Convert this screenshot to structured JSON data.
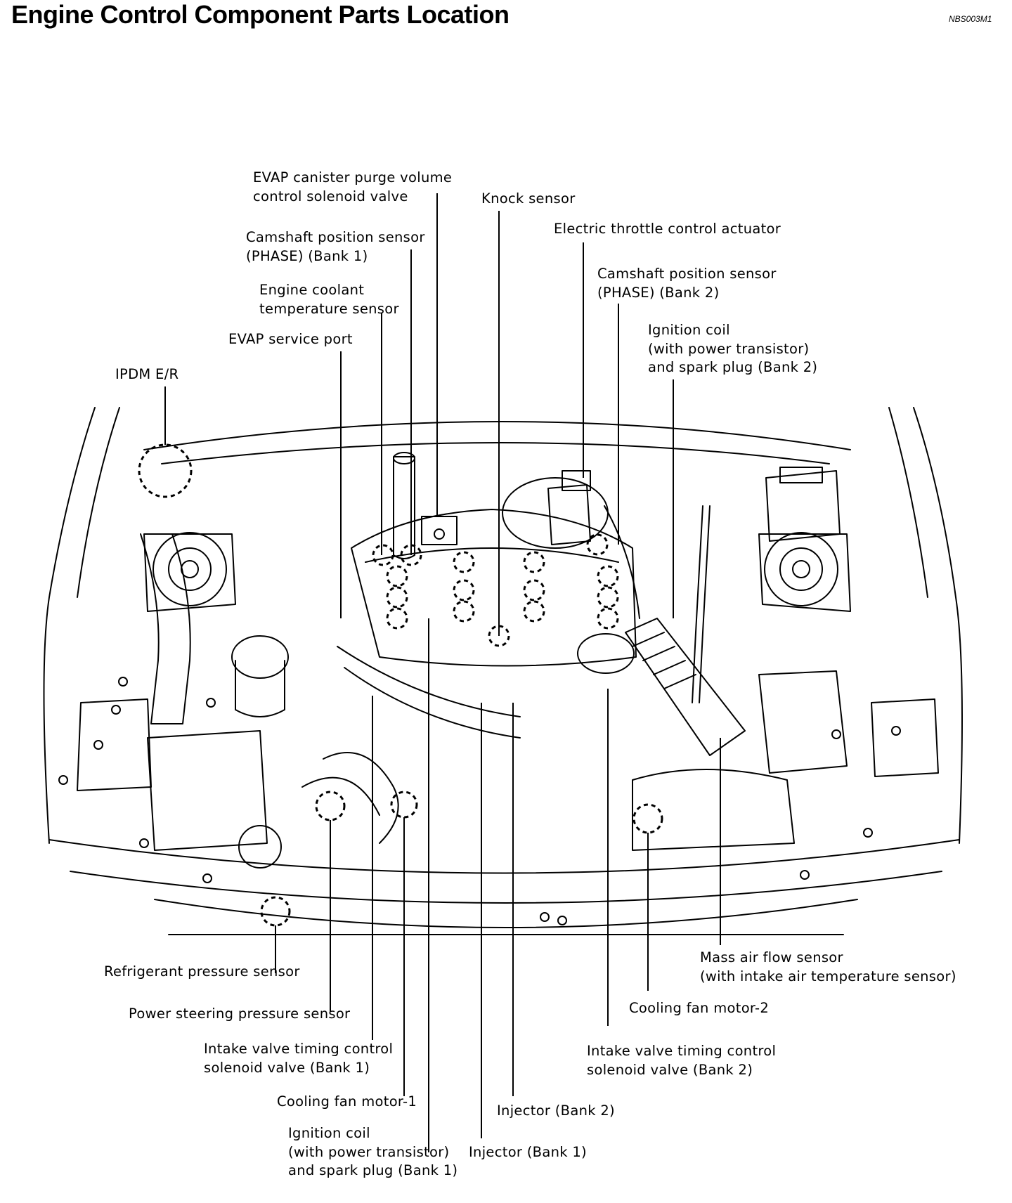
{
  "header": {
    "title": "Engine Control Component Parts Location",
    "code": "NBS003M1"
  },
  "labels": {
    "evap_purge": "EVAP canister purge volume\ncontrol solenoid valve",
    "knock": "Knock sensor",
    "throttle": "Electric throttle control actuator",
    "cam_b1": "Camshaft position sensor\n(PHASE) (Bank 1)",
    "cam_b2": "Camshaft position sensor\n(PHASE) (Bank 2)",
    "coolant": "Engine coolant\ntemperature sensor",
    "ign_b2": "Ignition coil\n(with power transistor)\nand spark plug (Bank 2)",
    "evap_port": "EVAP service port",
    "ipdm": "IPDM E/R",
    "refrig": "Refrigerant pressure sensor",
    "ps": "Power steering pressure sensor",
    "ivt_b1": "Intake valve timing control\nsolenoid valve (Bank 1)",
    "fan1": "Cooling fan motor-1",
    "ign_b1": "Ignition coil\n(with power transistor)\nand spark plug (Bank 1)",
    "inj_b2": "Injector (Bank 2)",
    "inj_b1": "Injector (Bank 1)",
    "maf": "Mass air flow sensor\n(with intake air temperature sensor)",
    "fan2": "Cooling fan motor-2",
    "ivt_b2": "Intake valve timing control\nsolenoid valve (Bank 2)"
  }
}
